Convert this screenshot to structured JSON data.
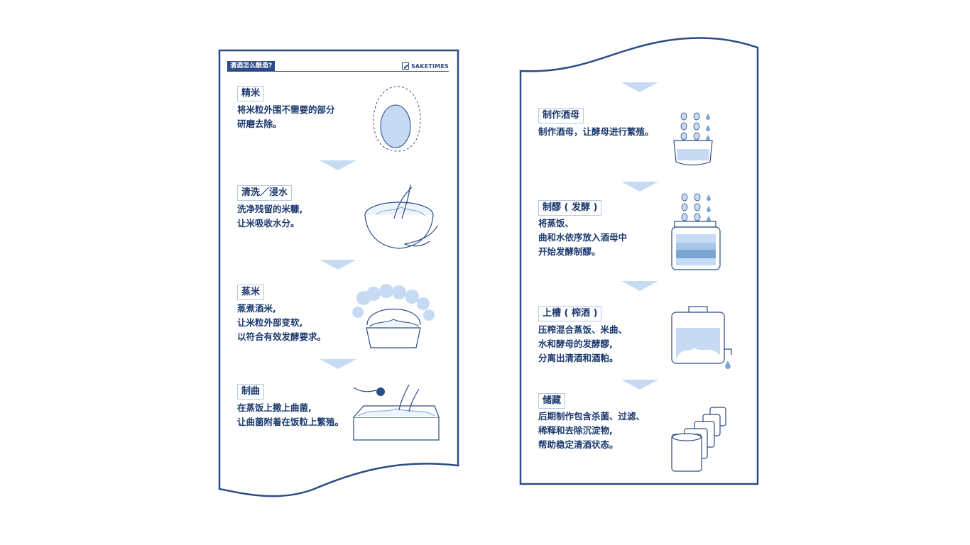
{
  "header": {
    "title": "清酒怎么酿造?",
    "brand": "SAKETIMES"
  },
  "steps": [
    {
      "label": "精米",
      "desc": [
        "将米粒外围不需要的部分",
        "研磨去除。"
      ],
      "icon": "polished-rice-icon"
    },
    {
      "label": "清洗／浸水",
      "desc": [
        "洗净残留的米糠,",
        "让米吸收水分。"
      ],
      "icon": "washing-rice-icon"
    },
    {
      "label": "蒸米",
      "desc": [
        "蒸煮酒米,",
        "让米粒外部变软,",
        "以符合有效发酵要求。"
      ],
      "icon": "steaming-rice-icon"
    },
    {
      "label": "制曲",
      "desc": [
        "在蒸饭上撒上曲菌,",
        "让曲菌附着在饭粒上繁殖。"
      ],
      "icon": "koji-making-icon"
    },
    {
      "label": "制作酒母",
      "desc": [
        "制作酒母，让酵母进行繁殖。"
      ],
      "icon": "yeast-starter-icon"
    },
    {
      "label": "制醪 ( 发酵 )",
      "desc": [
        "将蒸饭、",
        "曲和水依序放入酒母中",
        "开始发酵制醪。"
      ],
      "icon": "fermentation-jar-icon"
    },
    {
      "label": "上槽 ( 榨酒 )",
      "desc": [
        "压榨混合蒸饭、米曲、",
        "水和酵母的发酵醪,",
        "分离出清酒和酒粕。"
      ],
      "icon": "pressing-tank-icon"
    },
    {
      "label": "储藏",
      "desc": [
        "后期制作包含杀菌、过滤、",
        "稀释和去除沉淀物,",
        "帮助稳定清酒状态。"
      ],
      "icon": "storage-tanks-icon"
    }
  ],
  "colors": {
    "frame": "#2a4b85",
    "text": "#1c3a6e",
    "fill": "#c6dbf3",
    "accent": "#7aa6d4"
  }
}
